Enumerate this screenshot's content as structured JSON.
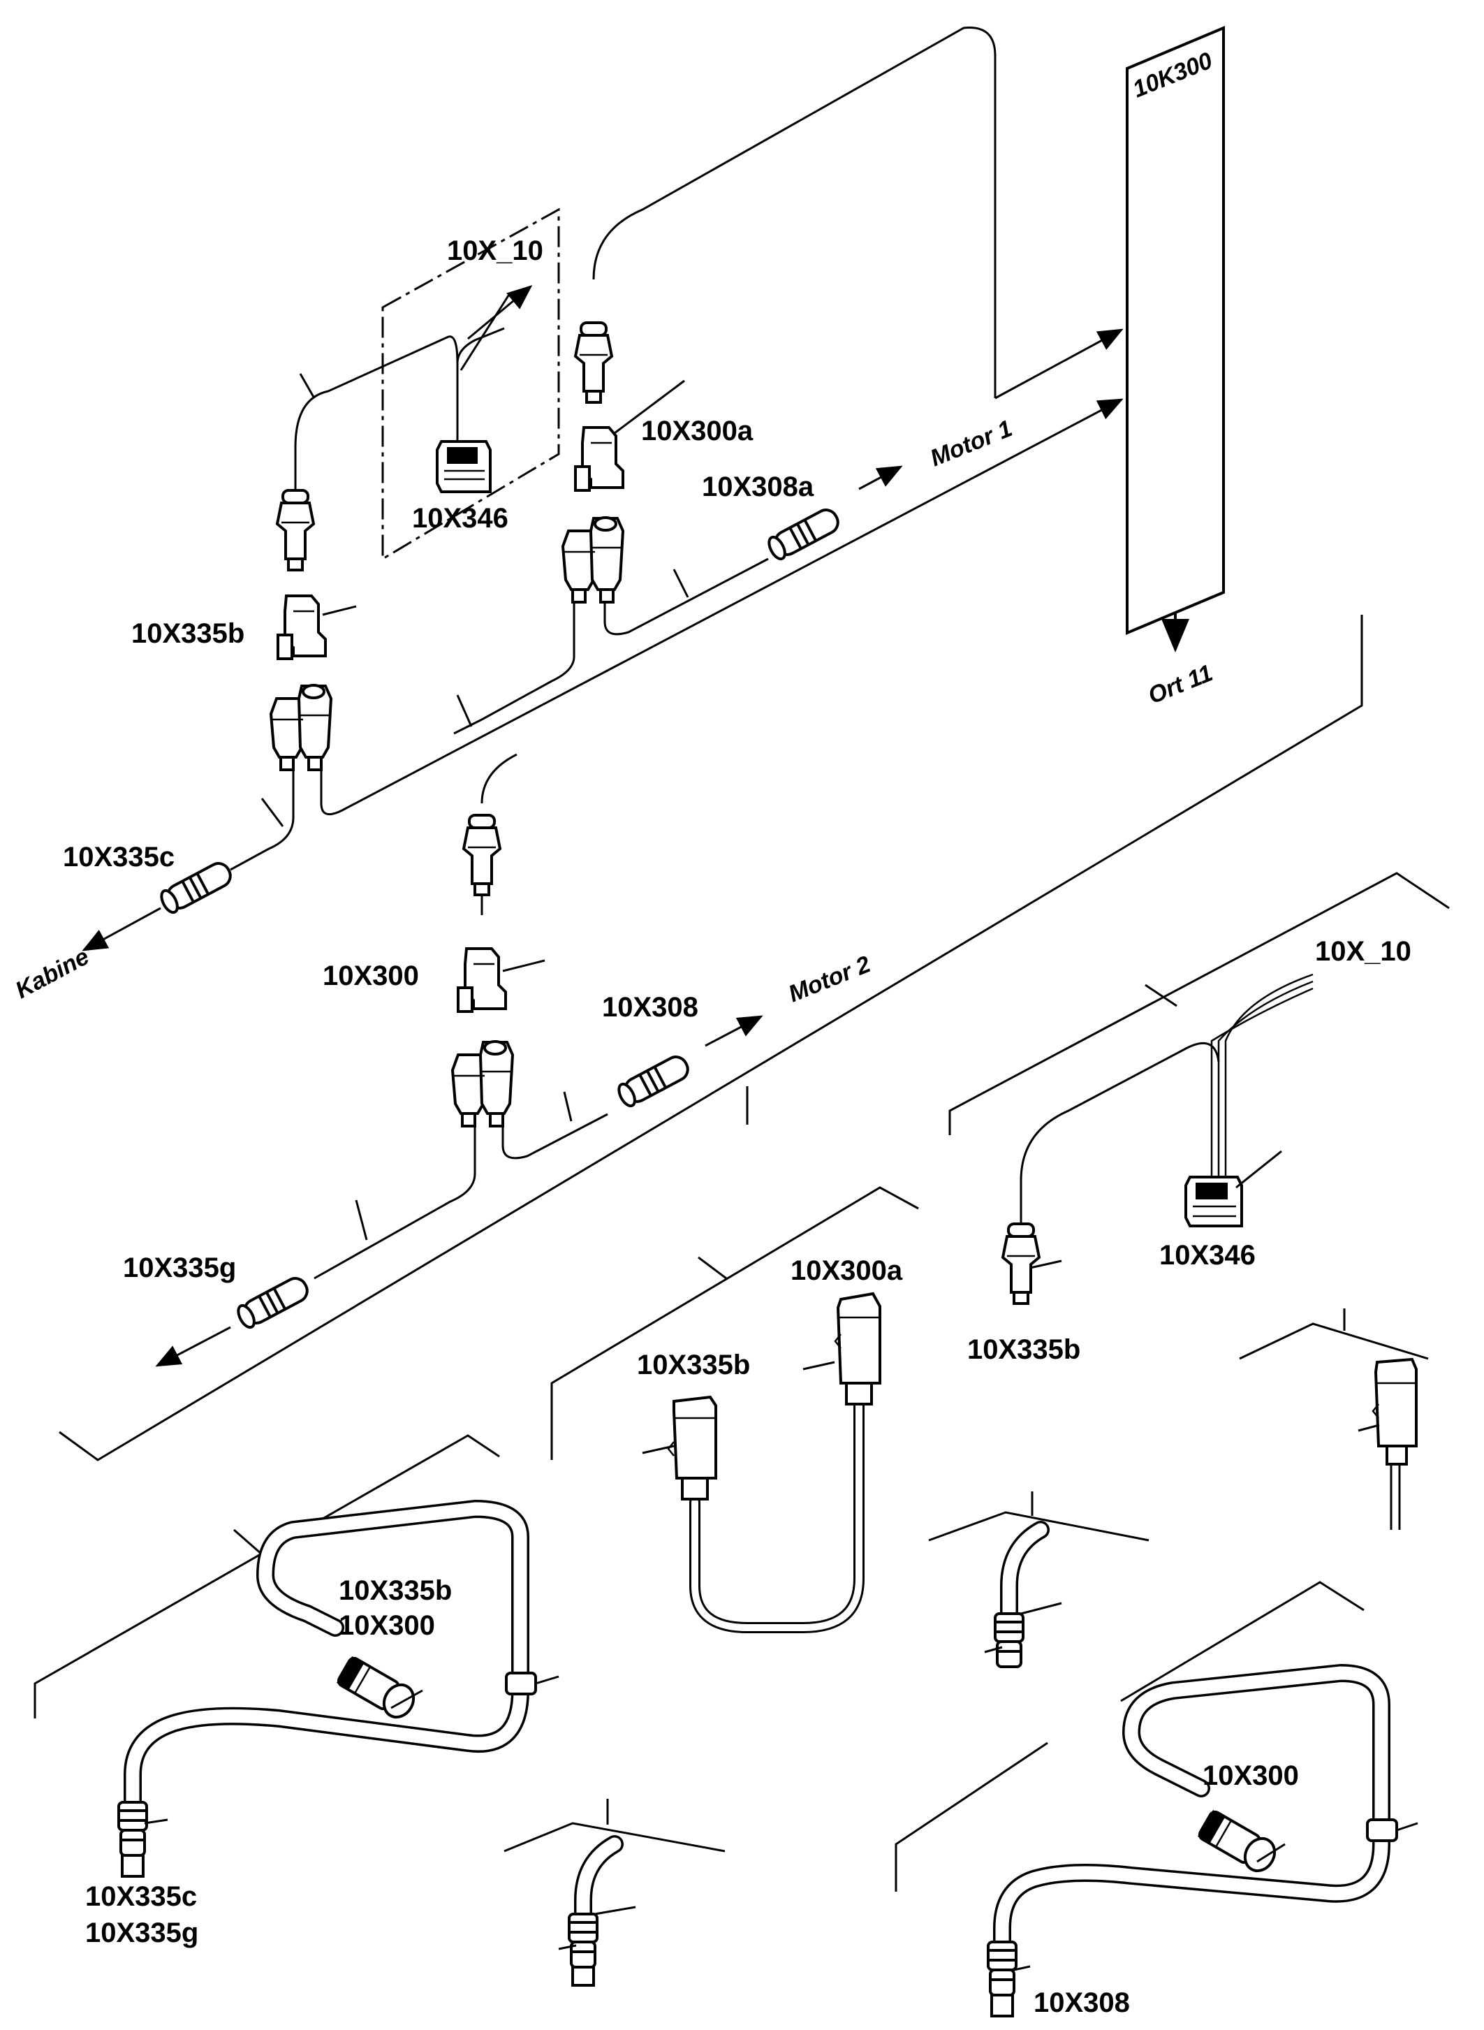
{
  "diagram": {
    "ecu_label": "10K300",
    "ort_label": "Ort 11",
    "motor1_label": "Motor 1",
    "motor2_label": "Motor 2",
    "kabine_label": "Kabine",
    "main_connectors": {
      "x_10": "10X_10",
      "x346": "10X346",
      "x300a": "10X300a",
      "x308a": "10X308a",
      "x335b": "10X335b",
      "x335c": "10X335c",
      "x300": "10X300",
      "x308": "10X308",
      "x335g": "10X335g"
    },
    "detail_views": {
      "right_x_10": "10X_10",
      "right_x346": "10X346",
      "right_x335b": "10X335b",
      "mid_x300a": "10X300a",
      "mid_x335b": "10X335b",
      "loop_left_line1": "10X335b",
      "loop_left_line2": "10X300",
      "left_bottom_line1": "10X335c",
      "left_bottom_line2": "10X335g",
      "loop_right_x300": "10X300",
      "right_bottom_x308": "10X308"
    }
  }
}
